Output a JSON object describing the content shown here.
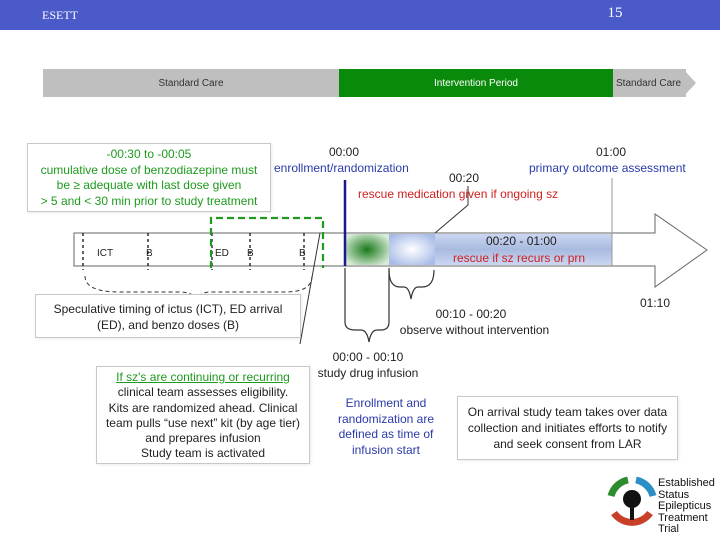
{
  "header": {
    "left_label": "ESETT",
    "page_number": "15"
  },
  "phases": [
    {
      "label": "Standard Care",
      "color": "#bfbfbf"
    },
    {
      "label": "Intervention Period",
      "color": "#0a8a0a"
    },
    {
      "label": "Standard Care",
      "color": "#bfbfbf"
    }
  ],
  "pre_enrollment": {
    "lines": [
      "-00:30 to -00:05",
      "cumulative dose of benzodiazepine must",
      "be ≥ adequate with last dose given",
      "> 5 and < 30 min prior to study treatment"
    ]
  },
  "timepoints": {
    "enroll_time": "00:00",
    "enroll_label": "enrollment/randomization",
    "primary_time": "01:00",
    "primary_label": "primary outcome assessment",
    "rescue_time": "00:20",
    "rescue_label": "rescue medication given if ongoing sz",
    "window_time": "00:20 - 01:00",
    "window_label": "rescue if sz recurs or prn",
    "end_time": "01:10"
  },
  "markers": [
    "ICT",
    "B",
    "ED",
    "B",
    "B"
  ],
  "speculative": {
    "lines": [
      "Speculative timing of ictus (ICT), ED arrival",
      "(ED), and benzo doses (B)"
    ]
  },
  "observe": {
    "time": "00:10 - 00:20",
    "label": "observe without intervention"
  },
  "infusion": {
    "time": "00:00 - 00:10",
    "label": "study drug infusion"
  },
  "eligibility": {
    "lines": [
      "If sz's are continuing or recurring",
      "clinical team assesses eligibility.",
      "Kits are randomized ahead.  Clinical",
      "team pulls “use next” kit (by age tier)",
      "and prepares infusion",
      "Study team is activated"
    ]
  },
  "enrollment_note": {
    "lines": [
      "Enrollment and",
      "randomization are",
      "defined as time of",
      "infusion start"
    ]
  },
  "arrival_note": {
    "lines": [
      "On arrival study team takes over data",
      "collection and initiates efforts to notify",
      "and seek consent from LAR"
    ]
  },
  "logo": {
    "lines": [
      "Established",
      "Status",
      "Epilepticus",
      "Treatment",
      "Trial"
    ]
  }
}
